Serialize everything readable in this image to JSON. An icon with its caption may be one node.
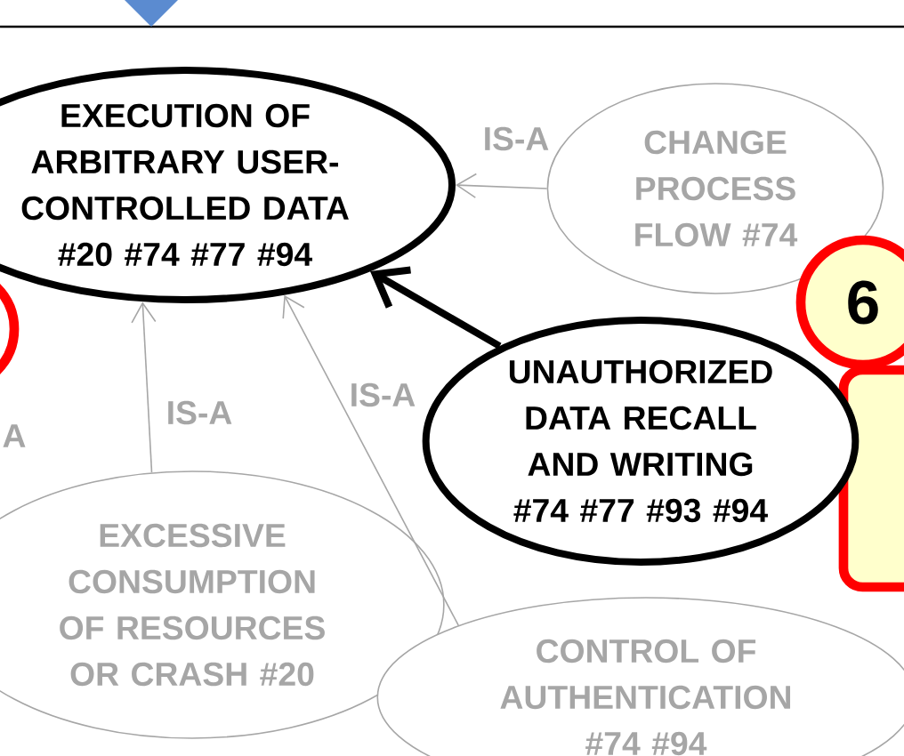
{
  "diagram": {
    "nodes": [
      {
        "text": [
          "EXECUTION OF ARBITRARY USER-CONTROLLED DATA #20 #74 #77 #94"
        ]
      },
      {
        "text": [
          "CHANGE PROCESS FLOW #74"
        ]
      },
      {
        "text": [
          "UNAUTHORIZED DATA RECALL AND WRITING #74 #77 #93 #94"
        ]
      },
      {
        "text": [
          "EXCESSIVE CONSUMPTION OF RESOURCES OR CRASH #20"
        ]
      },
      {
        "text": [
          "CONTROL OF AUTHENTICATION #74 #94"
        ]
      },
      {
        "text": [
          "6"
        ]
      }
    ],
    "edges": [
      {
        "from": 1,
        "to": 0,
        "arrow": "to",
        "label": "IS-A"
      },
      {
        "from": 2,
        "to": 0,
        "arrow": "to",
        "style": "thick",
        "color": "#000000"
      },
      {
        "from": 3,
        "to": 0,
        "arrow": "to",
        "label": "IS-A"
      },
      {
        "from": 4,
        "to": 0,
        "arrow": "to",
        "label": "IS-A"
      }
    ],
    "labels": [
      "A"
    ]
  }
}
